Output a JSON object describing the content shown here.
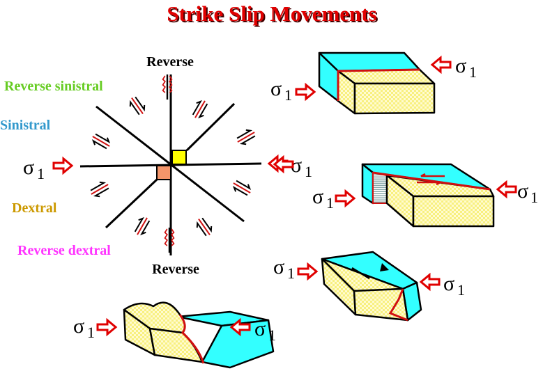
{
  "title": "Strike Slip Movements",
  "labels": {
    "reverse_top": "Reverse",
    "reverse_bottom": "Reverse",
    "reverse_sinistral": "Reverse sinistral",
    "sinistral": "Sinistral",
    "dextral": "Dextral",
    "reverse_dextral": "Reverse dextral"
  },
  "sigma": {
    "symbol": "σ",
    "subscript": "1"
  },
  "colors": {
    "title": "#e00000",
    "reverse_sinistral": "#66cc22",
    "sinistral": "#3399cc",
    "dextral": "#cc9900",
    "reverse_dextral": "#ff33ff",
    "block_cyan": "#33ffff",
    "block_yellow": "#fbf59a",
    "arrow": "#e00000",
    "square_yellow": "#ffff00",
    "square_orange": "#f4956a"
  }
}
